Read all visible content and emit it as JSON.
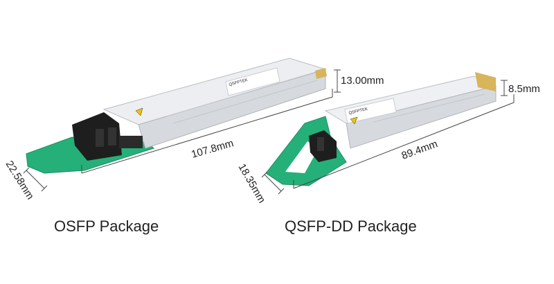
{
  "modules": {
    "osfp": {
      "caption": "OSFP Package",
      "length": "107.8mm",
      "width": "22.58mm",
      "height": "13.00mm",
      "brand": "QSFPTEK"
    },
    "qsfp_dd": {
      "caption": "QSFP-DD Package",
      "length": "89.4mm",
      "width": "18.35mm",
      "height": "8.5mm",
      "brand": "QSFPTEK"
    }
  },
  "colors": {
    "pull_tab": "#25b07a",
    "housing": "#e3e5e8",
    "housing_shadow": "#b9bdc3",
    "connector": "#1e1e1e",
    "gold_contacts": "#d8b45a",
    "dimension_line": "#444444"
  }
}
